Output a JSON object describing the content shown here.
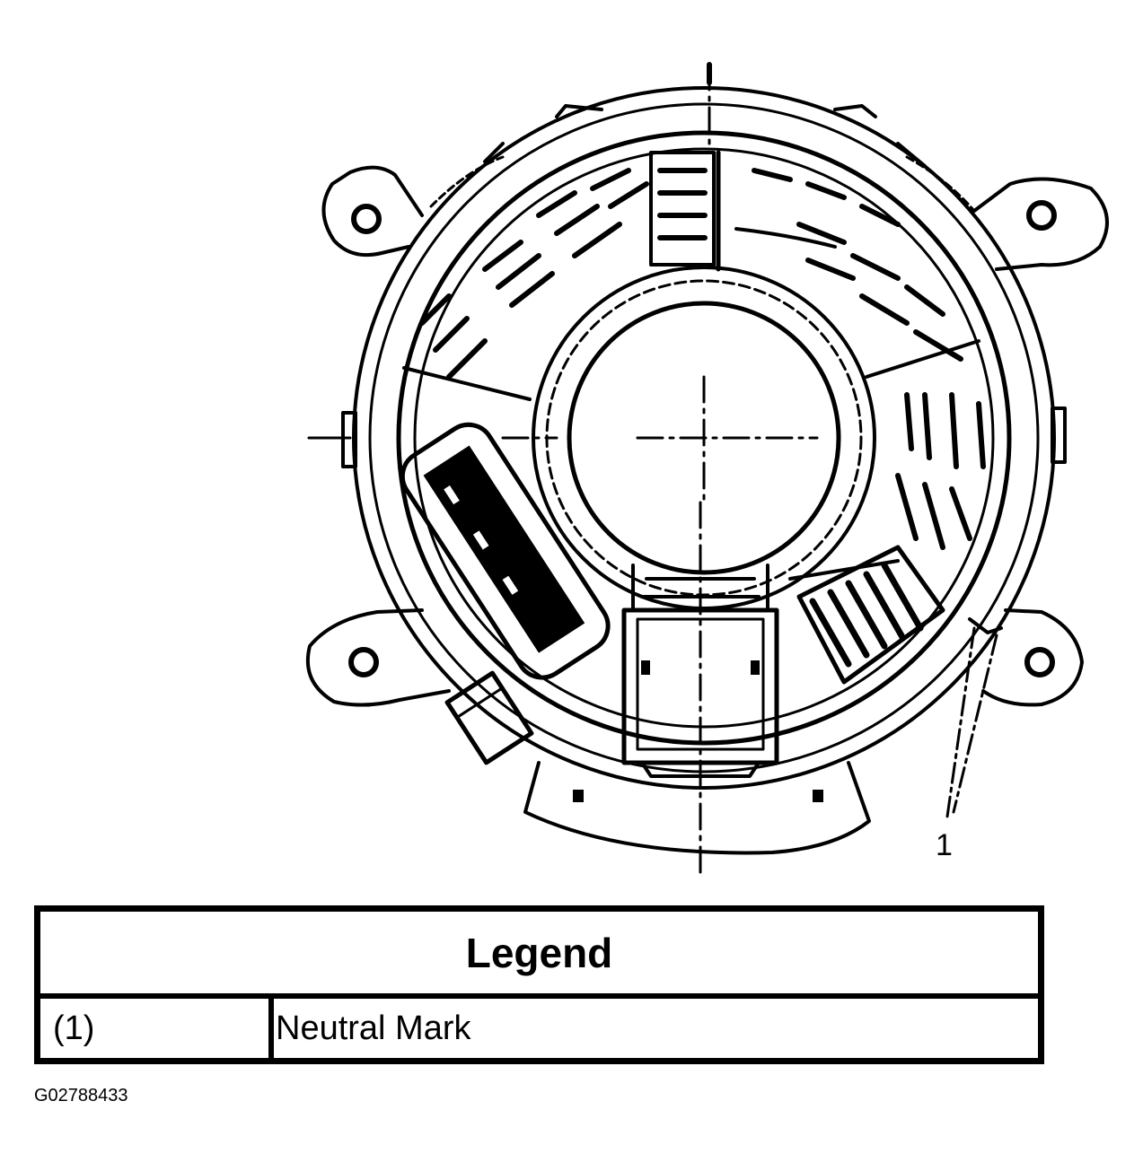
{
  "diagram": {
    "callout_label": "1"
  },
  "legend": {
    "title": "Legend",
    "rows": [
      {
        "key": "(1)",
        "description": "Neutral Mark"
      }
    ]
  },
  "figure_id": "G02788433"
}
